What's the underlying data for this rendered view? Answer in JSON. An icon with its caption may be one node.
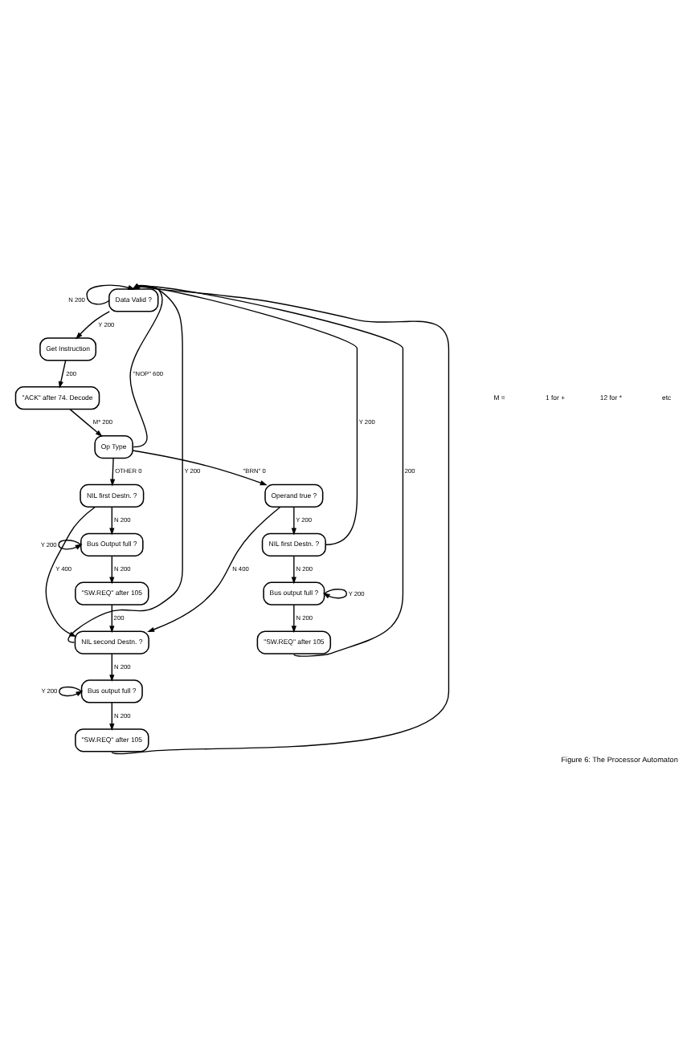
{
  "diagram": {
    "caption": "Figure 6: The Processor Automaton",
    "nodes": [
      {
        "text": [
          "Data Valid ?"
        ]
      },
      {
        "text": [
          "Get Instruction"
        ]
      },
      {
        "text": [
          "\"ACK\" after 74. Decode"
        ]
      },
      {
        "text": [
          "Op Type"
        ]
      },
      {
        "text": [
          "NIL first Destn. ?"
        ]
      },
      {
        "text": [
          "Operand true ?"
        ]
      },
      {
        "text": [
          "Bus Output full ?"
        ]
      },
      {
        "text": [
          "NIL first Destn. ?"
        ]
      },
      {
        "text": [
          "\"SW.REQ\" after 105"
        ]
      },
      {
        "text": [
          "Bus output full ?"
        ]
      },
      {
        "text": [
          "NIL second Destn. ?"
        ]
      },
      {
        "text": [
          "\"SW.REQ\" after 105"
        ]
      },
      {
        "text": [
          "Bus output full ?"
        ]
      },
      {
        "text": [
          "\"SW.REQ\" after 105"
        ]
      }
    ],
    "edges": [
      {
        "from": 0,
        "to": 0,
        "label": "N 200",
        "arrow": "to"
      },
      {
        "from": 0,
        "to": 1,
        "label": "Y 200",
        "arrow": "to"
      },
      {
        "from": 1,
        "to": 2,
        "label": "200",
        "arrow": "to"
      },
      {
        "from": 2,
        "to": 3,
        "label": "M* 200",
        "arrow": "to"
      },
      {
        "from": 3,
        "to": 0,
        "label": "\"NOP\" 600",
        "arrow": "to"
      },
      {
        "from": 3,
        "to": 4,
        "label": "OTHER 0",
        "arrow": "to"
      },
      {
        "from": 3,
        "to": 5,
        "label": "\"BRN\" 0",
        "arrow": "to"
      },
      {
        "from": 4,
        "to": 10,
        "label": "Y 400",
        "arrow": "to"
      },
      {
        "from": 4,
        "to": 6,
        "label": "N 200",
        "arrow": "to"
      },
      {
        "from": 5,
        "to": 10,
        "label": "N 400",
        "arrow": "to"
      },
      {
        "from": 5,
        "to": 7,
        "label": "Y 200",
        "arrow": "to"
      },
      {
        "from": 6,
        "to": 6,
        "label": "Y 200",
        "arrow": "to"
      },
      {
        "from": 6,
        "to": 8,
        "label": "N 200",
        "arrow": "to"
      },
      {
        "from": 7,
        "to": 9,
        "label": "N 200",
        "arrow": "to"
      },
      {
        "from": 7,
        "to": 0,
        "label": "Y 200",
        "arrow": "to"
      },
      {
        "from": 8,
        "to": 10,
        "label": "200",
        "arrow": "to"
      },
      {
        "from": 9,
        "to": 9,
        "label": "Y 200",
        "arrow": "to"
      },
      {
        "from": 9,
        "to": 11,
        "label": "N 200",
        "arrow": "to"
      },
      {
        "from": 10,
        "to": 0,
        "label": "Y 200",
        "arrow": "to"
      },
      {
        "from": 10,
        "to": 12,
        "label": "N 200",
        "arrow": "to"
      },
      {
        "from": 11,
        "to": 0,
        "label": "200",
        "arrow": "to"
      },
      {
        "from": 12,
        "to": 12,
        "label": "Y 200",
        "arrow": "to"
      },
      {
        "from": 12,
        "to": 13,
        "label": "N 200",
        "arrow": "to"
      },
      {
        "from": 13,
        "to": 0,
        "arrow": "to"
      }
    ],
    "labels": [
      "M =",
      "1 for +",
      "12 for *",
      "etc"
    ]
  }
}
